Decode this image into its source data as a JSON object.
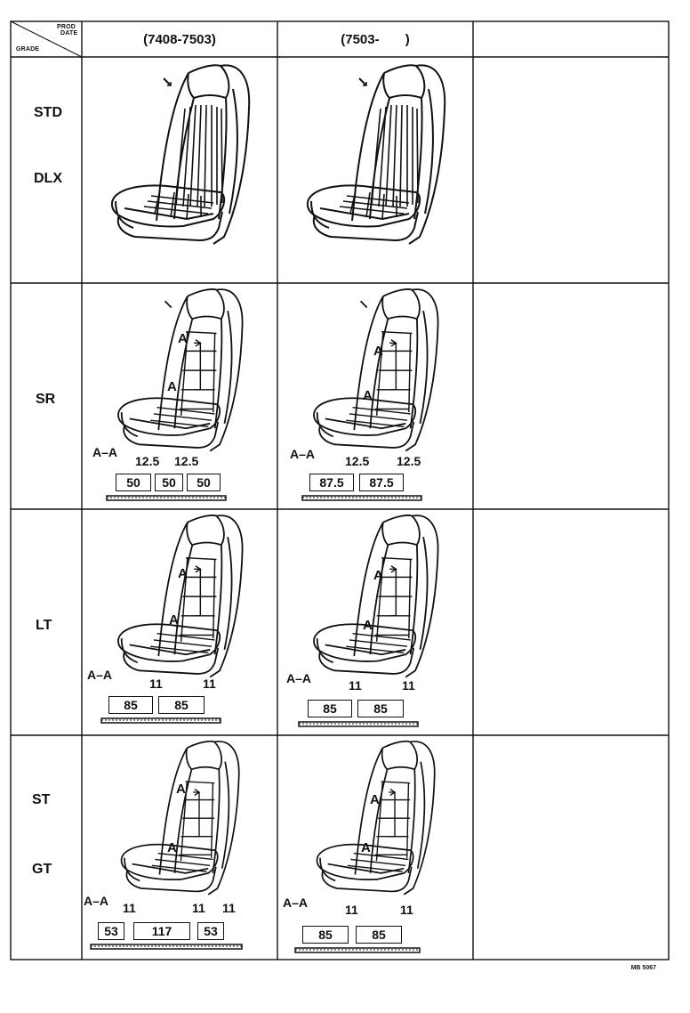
{
  "corner": {
    "top_label_1": "PROD",
    "top_label_2": "DATE",
    "bottom_label": "GRADE"
  },
  "columns": [
    {
      "label": "(7408-7503)"
    },
    {
      "label": "(7503-       )"
    },
    {
      "label": ""
    }
  ],
  "rows": [
    {
      "grades": [
        "STD",
        "DLX"
      ],
      "col1": {
        "section_label": "",
        "dims_top": [],
        "dims_box": []
      },
      "col2": {
        "section_label": "",
        "dims_top": [],
        "dims_box": []
      }
    },
    {
      "grades": [
        "SR"
      ],
      "col1": {
        "section_label": "A–A",
        "dims_top": [
          "12.5",
          "12.5"
        ],
        "dims_box": [
          "50",
          "50",
          "50"
        ]
      },
      "col2": {
        "section_label": "A–A",
        "dims_top": [
          "12.5",
          "12.5"
        ],
        "dims_box": [
          "87.5",
          "87.5"
        ]
      }
    },
    {
      "grades": [
        "LT"
      ],
      "col1": {
        "section_label": "A–A",
        "dims_top": [
          "11",
          "11"
        ],
        "dims_box": [
          "85",
          "85"
        ]
      },
      "col2": {
        "section_label": "A–A",
        "dims_top": [
          "11",
          "11"
        ],
        "dims_box": [
          "85",
          "85"
        ]
      }
    },
    {
      "grades": [
        "ST",
        "GT"
      ],
      "col1": {
        "section_label": "A–A",
        "dims_top": [
          "11",
          "11",
          "11"
        ],
        "dims_box": [
          "53",
          "117",
          "53"
        ]
      },
      "col2": {
        "section_label": "A–A",
        "dims_top": [
          "11",
          "11"
        ],
        "dims_box": [
          "85",
          "85"
        ]
      }
    }
  ],
  "section_mark": "A",
  "footer_code": "MB 5067"
}
